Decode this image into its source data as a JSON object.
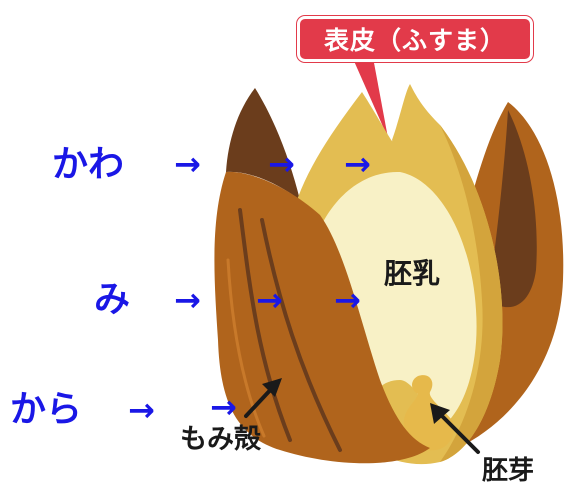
{
  "colors": {
    "husk_dark": "#6b3d1c",
    "husk": "#b0641c",
    "husk_light": "#c8792a",
    "seed_coat": "#e3bd52",
    "seed_coat_dark": "#d3a43c",
    "endosperm": "#f8f1c6",
    "embryo": "#e6b94b",
    "callout": "#e23a4a",
    "blue_text": "#1a17e6",
    "black_text": "#1a1a1a"
  },
  "callout": {
    "label": "表皮（ふすま）"
  },
  "side_labels": {
    "kawa": "かわ",
    "mi": "み",
    "kara": "から"
  },
  "arrow_glyph": "→",
  "part_labels": {
    "endosperm": "胚乳",
    "embryo": "胚芽",
    "husk": "もみ殻"
  }
}
